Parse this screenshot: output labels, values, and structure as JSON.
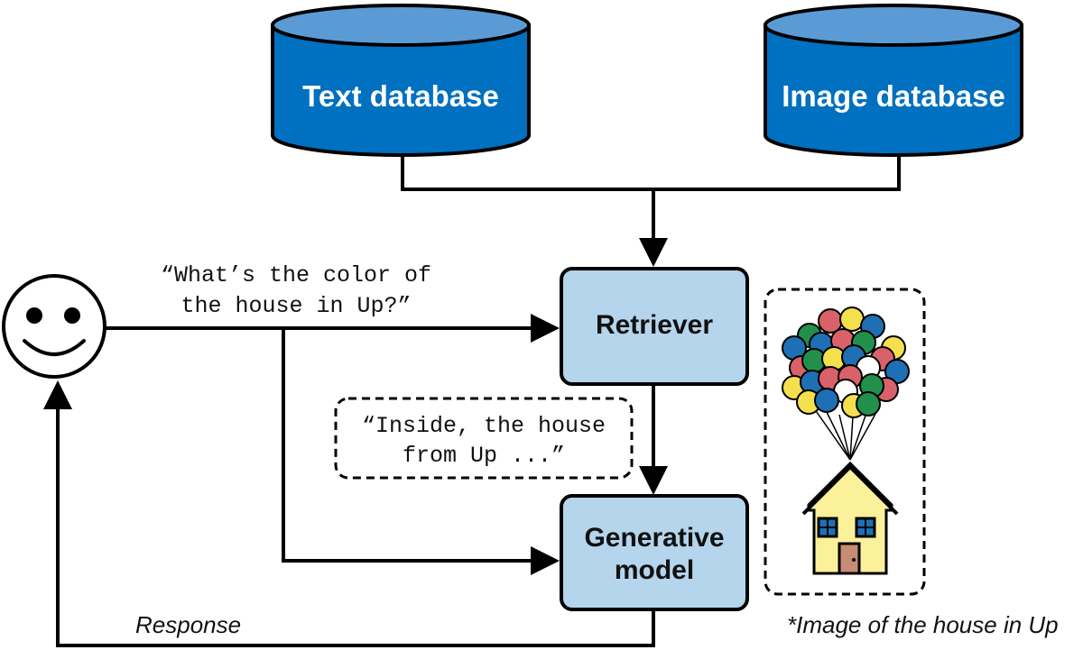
{
  "databases": {
    "text": "Text database",
    "image": "Image database"
  },
  "nodes": {
    "retriever": "Retriever",
    "generative_line1": "Generative",
    "generative_line2": "model"
  },
  "query": {
    "line1": "“What’s the color of",
    "line2": "the house in Up?”"
  },
  "retrieved_text": {
    "line1": "“Inside, the house",
    "line2": "from Up ...”"
  },
  "response_label": "Response",
  "image_caption": "*Image of the house in Up",
  "colors": {
    "db_fill": "#0070c0",
    "db_top": "#5b9bd5",
    "box_fill": "#b4d5ec",
    "house_fill": "#fbf19b",
    "door_fill": "#c78c74",
    "balloons": [
      "#1f6fb5",
      "#d9626a",
      "#22904b",
      "#f4e04d",
      "#ffffff"
    ]
  },
  "icons": [
    "smiley-user-icon",
    "balloon-house-icon"
  ]
}
